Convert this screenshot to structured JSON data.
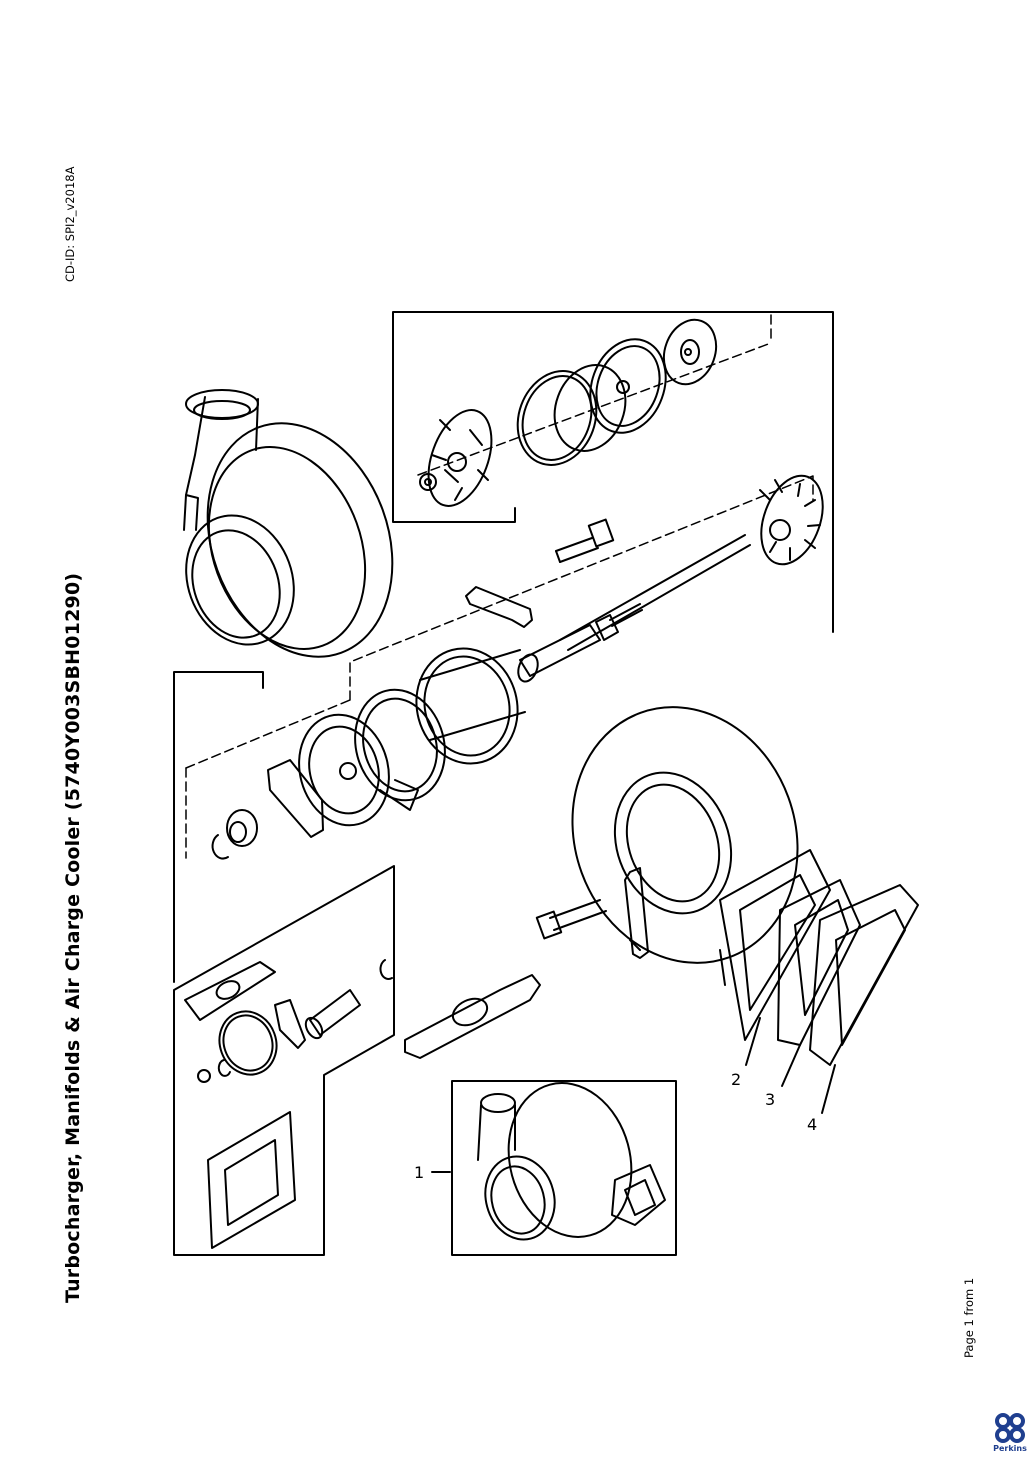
{
  "title": "Turbocharger, Manifolds & Air Charge Cooler (5740Y003SBH01290)",
  "cd_id": "CD-ID: SPI2_v2018A",
  "page_info": "Page 1 from 1",
  "callouts": [
    "1",
    "2",
    "3",
    "4"
  ],
  "logo": {
    "text": "Perkins",
    "color": "#1f3f8f"
  }
}
